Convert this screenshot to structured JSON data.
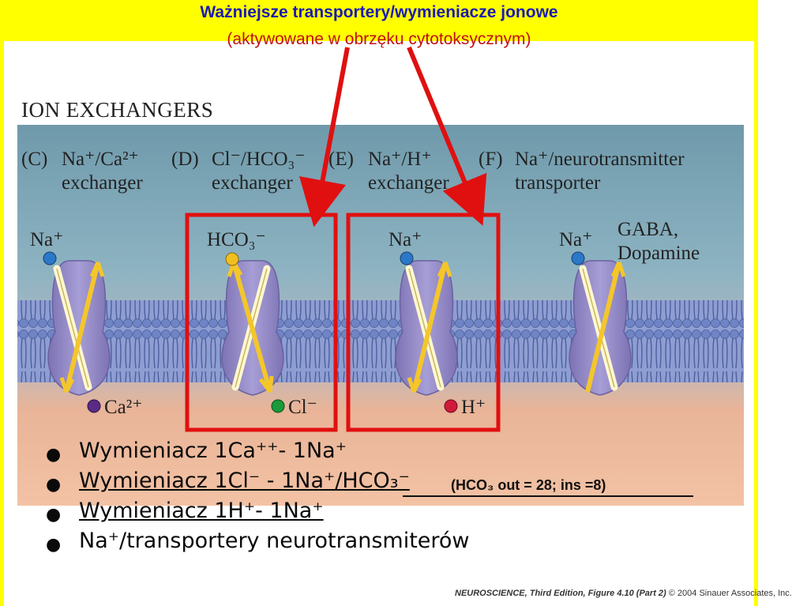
{
  "slide": {
    "title_line1": "Ważniejsze transportery/wymieniacze jonowe",
    "title_line2": "(aktywowane w obrzęku cytotoksycznym)",
    "credit": {
      "book": "NEUROSCIENCE, Third Edition, Figure 4.10 (Part 2)",
      "copyright": "© 2004 Sinauer Associates, Inc."
    }
  },
  "figure": {
    "heading": "ION EXCHANGERS",
    "panels": [
      {
        "letter": "(C)",
        "name_line1": "Na⁺/Ca²⁺",
        "name_line2": "exchanger",
        "ion_out": "Na⁺",
        "ion_in": "Ca²⁺",
        "ion_out_color": "#2a78c8",
        "ion_in_color": "#5a2a86",
        "highlighted": false
      },
      {
        "letter": "(D)",
        "name_line1": "Cl⁻/HCO₃⁻",
        "name_line2": "exchanger",
        "ion_out": "HCO₃⁻",
        "ion_in": "Cl⁻",
        "ion_out_color": "#f0c020",
        "ion_in_color": "#1a9a3a",
        "highlighted": true
      },
      {
        "letter": "(E)",
        "name_line1": "Na⁺/H⁺",
        "name_line2": "exchanger",
        "ion_out": "Na⁺",
        "ion_in": "H⁺",
        "ion_out_color": "#2a78c8",
        "ion_in_color": "#d01a3a",
        "highlighted": true
      },
      {
        "letter": "(F)",
        "name_line1": "Na⁺/neurotransmitter",
        "name_line2": "transporter",
        "ion_out": "Na⁺",
        "ion_out2_line1": "GABA,",
        "ion_out2_line2": "Dopamine",
        "ion_out_color": "#2a78c8",
        "highlighted": false
      }
    ],
    "colors": {
      "extracellular": "#79a4b3",
      "intracellular": "#f2ba98",
      "membrane": "#6a7fbf",
      "protein": "#9a92c8",
      "highlight": "#e01010",
      "pointer_arrow": "#e01010"
    }
  },
  "bullets": [
    {
      "text": "Wymieniacz 1Ca⁺⁺- 1Na⁺",
      "underline": false
    },
    {
      "text": "Wymieniacz 1Cl⁻ - 1Na⁺/HCO₃⁻",
      "underline": true
    },
    {
      "text": "Wymieniacz 1H⁺- 1Na⁺",
      "underline": true
    },
    {
      "text": "Na⁺/transportery neurotransmiterów",
      "underline": false
    }
  ],
  "hco3_note": "(HCO₃ out = 28; ins =8)"
}
